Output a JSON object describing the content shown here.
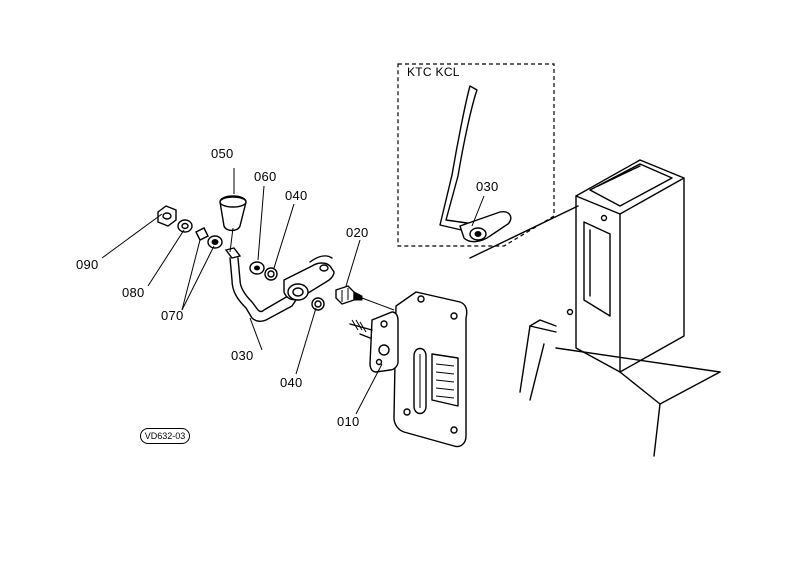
{
  "labels": {
    "p010": "010",
    "p020": "020",
    "p030": "030",
    "p030_inset": "030",
    "p040_upper": "040",
    "p040_lower": "040",
    "p050": "050",
    "p060": "060",
    "p070": "070",
    "p080": "080",
    "p090": "090"
  },
  "inset": {
    "title": "KTC KCL"
  },
  "drawing_code": "VD632-03"
}
